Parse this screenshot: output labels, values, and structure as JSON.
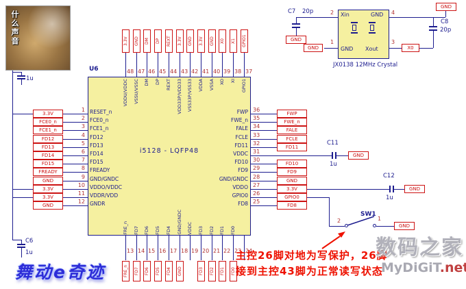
{
  "colors": {
    "wire": "#1b1b8e",
    "ic_fill": "#f5f0a0",
    "net_red": "#cc1111",
    "pin_red": "#b03030",
    "annotation_red": "#ee1100"
  },
  "photo": {
    "caption": "什么声音"
  },
  "ic": {
    "ref": "U6",
    "part": "i5128 - LQFP48",
    "left_pins": [
      {
        "num": "1",
        "name": "RESET_n",
        "net": "3.3V"
      },
      {
        "num": "2",
        "name": "FCE0_n",
        "net": "FCE0_n"
      },
      {
        "num": "3",
        "name": "FCE1_n",
        "net": "FCE1_n"
      },
      {
        "num": "4",
        "name": "FD12",
        "net": "FD12"
      },
      {
        "num": "5",
        "name": "FD13",
        "net": "FD13"
      },
      {
        "num": "6",
        "name": "FD14",
        "net": "FD14"
      },
      {
        "num": "7",
        "name": "FD15",
        "net": "FD15"
      },
      {
        "num": "8",
        "name": "FREADY",
        "net": "FREADY"
      },
      {
        "num": "9",
        "name": "GND/GNDC",
        "net": "GND"
      },
      {
        "num": "10",
        "name": "VDDO/VDDC",
        "net": "3.3V"
      },
      {
        "num": "11",
        "name": "VDDR/VDD",
        "net": "3.3V"
      },
      {
        "num": "12",
        "name": "GNDR",
        "net": "GND"
      }
    ],
    "right_pins": [
      {
        "num": "36",
        "name": "FWP",
        "net": "FWP"
      },
      {
        "num": "35",
        "name": "FWE_n",
        "net": "FWE_n"
      },
      {
        "num": "34",
        "name": "FALE",
        "net": "FALE"
      },
      {
        "num": "33",
        "name": "FCLE",
        "net": "FCLE"
      },
      {
        "num": "32",
        "name": "FD11",
        "net": "FD11"
      },
      {
        "num": "31",
        "name": "VDDC",
        "net": ""
      },
      {
        "num": "30",
        "name": "FD10",
        "net": "FD10"
      },
      {
        "num": "29",
        "name": "FD9",
        "net": "FD9"
      },
      {
        "num": "28",
        "name": "GND/GNDC",
        "net": "GND"
      },
      {
        "num": "27",
        "name": "VDDO",
        "net": "3.3V"
      },
      {
        "num": "26",
        "name": "GPIO0",
        "net": "GPIO0"
      },
      {
        "num": "25",
        "name": "FD8",
        "net": "FD8"
      }
    ],
    "top_pins": [
      {
        "num": "48",
        "name": "VDDU/VDDC",
        "net": "3.3V"
      },
      {
        "num": "47",
        "name": "VSSU/VSSC",
        "net": "GND"
      },
      {
        "num": "46",
        "name": "DM",
        "net": "DM"
      },
      {
        "num": "45",
        "name": "DP",
        "net": "DP"
      },
      {
        "num": "44",
        "name": "REXT",
        "net": "REXT"
      },
      {
        "num": "43",
        "name": "VDD33P/VDD33",
        "net": "3.3V"
      },
      {
        "num": "42",
        "name": "VSS33P/VSS33",
        "net": "GND"
      },
      {
        "num": "41",
        "name": "VDDA",
        "net": "3.3V"
      },
      {
        "num": "40",
        "name": "VSSA",
        "net": "GND"
      },
      {
        "num": "39",
        "name": "XO",
        "net": "X0"
      },
      {
        "num": "38",
        "name": "XI",
        "net": "X1"
      },
      {
        "num": "37",
        "name": "GPIO1",
        "net": "GPIO1"
      }
    ],
    "bottom_pins": [
      {
        "num": "13",
        "name": "FRE_n",
        "net": "FRE_n"
      },
      {
        "num": "14",
        "name": "FD7",
        "net": "FD7"
      },
      {
        "num": "15",
        "name": "FD6",
        "net": "FD6"
      },
      {
        "num": "16",
        "name": "FD5",
        "net": "FD5"
      },
      {
        "num": "17",
        "name": "FD4",
        "net": "FD4"
      },
      {
        "num": "18",
        "name": "GND/GNDC",
        "net": "GND"
      },
      {
        "num": "19",
        "name": "VDDC",
        "net": ""
      },
      {
        "num": "20",
        "name": "FD3",
        "net": "FD3"
      },
      {
        "num": "21",
        "name": "FD2",
        "net": "FD2"
      },
      {
        "num": "22",
        "name": "FD1",
        "net": "FD1"
      },
      {
        "num": "23",
        "name": "FD0",
        "net": "FD0"
      },
      {
        "num": "24",
        "name": "",
        "net": ""
      }
    ]
  },
  "crystal": {
    "caption": "JX0138 12MHz Crystal",
    "pin_labels": {
      "top_left": "Xin",
      "top_right": "GND",
      "bottom_left": "GND",
      "bottom_right": "Xout"
    },
    "pin_numbers": {
      "top_left": "2",
      "top_right": "4",
      "bottom_left": "1",
      "bottom_right": "3"
    }
  },
  "capacitors": {
    "c_in": {
      "value": "1u"
    },
    "c6": {
      "ref": "C6",
      "value": "1u"
    },
    "c7": {
      "ref": "C7",
      "value": "20p"
    },
    "c8": {
      "ref": "C8",
      "value": "20p"
    },
    "c11": {
      "ref": "C11",
      "value": "1u"
    },
    "c12": {
      "ref": "C12",
      "value": "1u"
    }
  },
  "switch": {
    "ref": "SW1",
    "pin_left": "2",
    "pin_right": "1"
  },
  "nets": {
    "gnd": "GND",
    "x0": "X0"
  },
  "annotation": {
    "line1": "主控26脚对地为写保护，26脚",
    "line2": "接到主控43脚为正常读写状态"
  },
  "watermarks": {
    "left": "舞动e奇迹",
    "site": "数码之家",
    "url_gray": "MyDiGiT",
    "url_red": ".net"
  }
}
